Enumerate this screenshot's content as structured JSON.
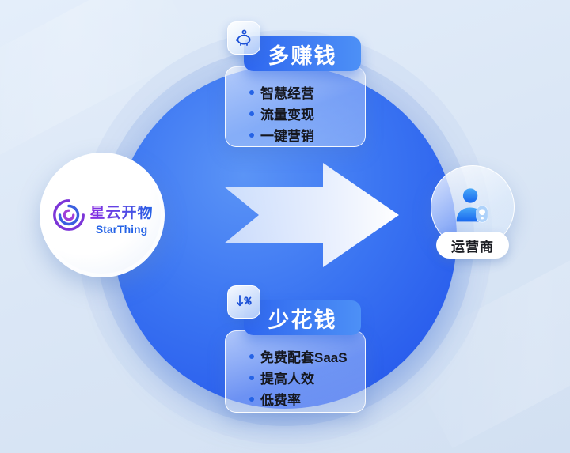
{
  "diagram": {
    "logo": {
      "name_cn": "星云开物",
      "name_en": "StarThing"
    },
    "operator": {
      "label": "运营商"
    },
    "top_card": {
      "title": "多赚钱",
      "icon": "piggy-bank-icon",
      "items": [
        "智慧经营",
        "流量变现",
        "一键营销"
      ]
    },
    "bottom_card": {
      "title": "少花钱",
      "icon": "discount-down-icon",
      "items": [
        "免费配套SaaS",
        "提高人效",
        "低费率"
      ]
    },
    "colors": {
      "background": "#dbe7f6",
      "main_circle_blue": "#2e63ee",
      "accent_blue": "#2563e6",
      "pill_gradient_start": "#2e66ef",
      "pill_gradient_end": "#4d90f6",
      "text_dark": "#15171e",
      "logo_purple": "#8a2be2"
    }
  }
}
